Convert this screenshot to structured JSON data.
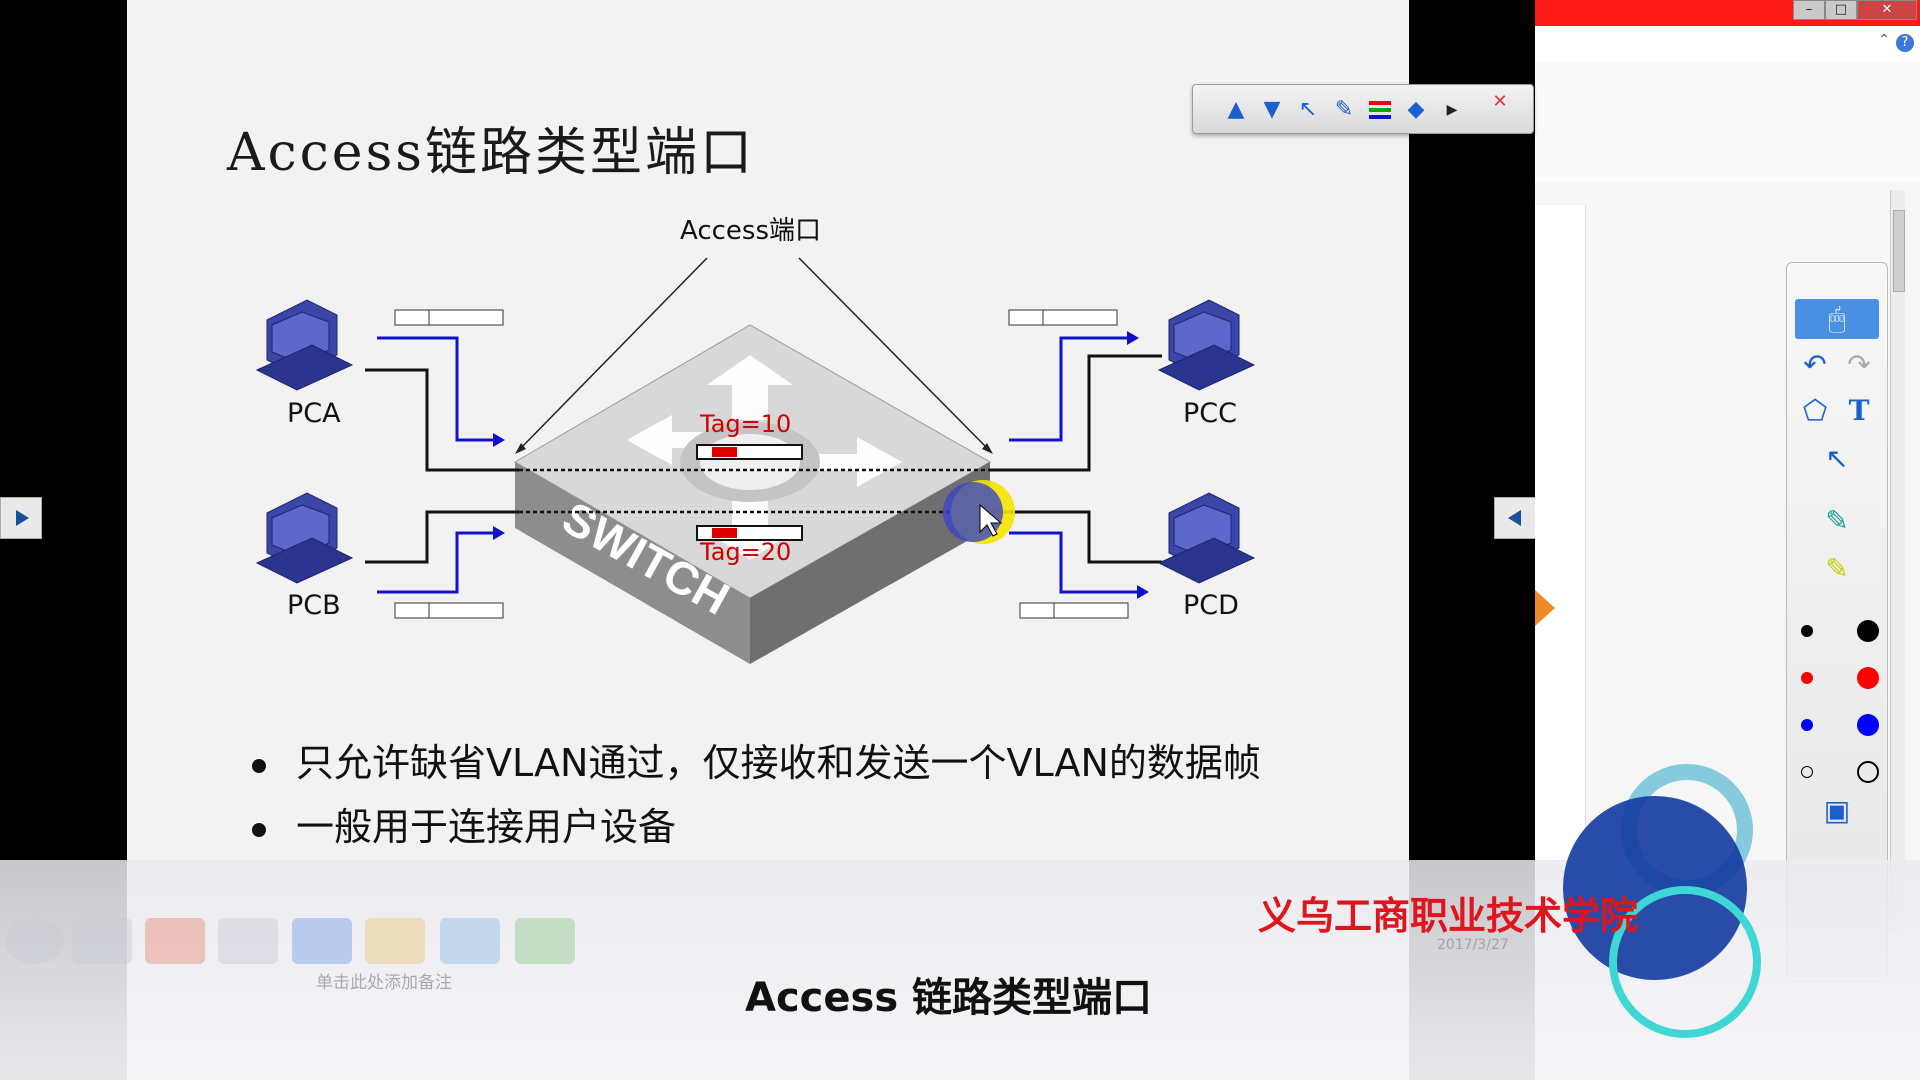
{
  "slide": {
    "title": "Access链路类型端口",
    "access_port_label": "Access端口",
    "pcs": [
      "PCA",
      "PCB",
      "PCC",
      "PCD"
    ],
    "switch_label": "SWITCH",
    "tags": [
      "Tag=10",
      "Tag=20"
    ],
    "bullets": [
      "只允许缺省VLAN通过，仅接收和发送一个VLAN的数据帧",
      "一般用于连接用户设备"
    ]
  },
  "overlay": {
    "caption": "Access 链路类型端口",
    "school": "义乌工商职业技术学院",
    "notes_placeholder": "单击此处添加备注",
    "clock_date": "2017/3/27"
  },
  "window": {
    "min": "–",
    "max": "□",
    "close": "✕"
  },
  "toolbar": {
    "icons": [
      "arrow-up-icon",
      "arrow-down-icon",
      "pointer-icon",
      "pen-icon",
      "color-bars-icon",
      "eraser-icon",
      "more-icon",
      "close-icon"
    ]
  },
  "palette": {
    "colors": [
      "#000000",
      "#ff0000",
      "#0000ff"
    ],
    "accent": "#1a5fd0"
  }
}
